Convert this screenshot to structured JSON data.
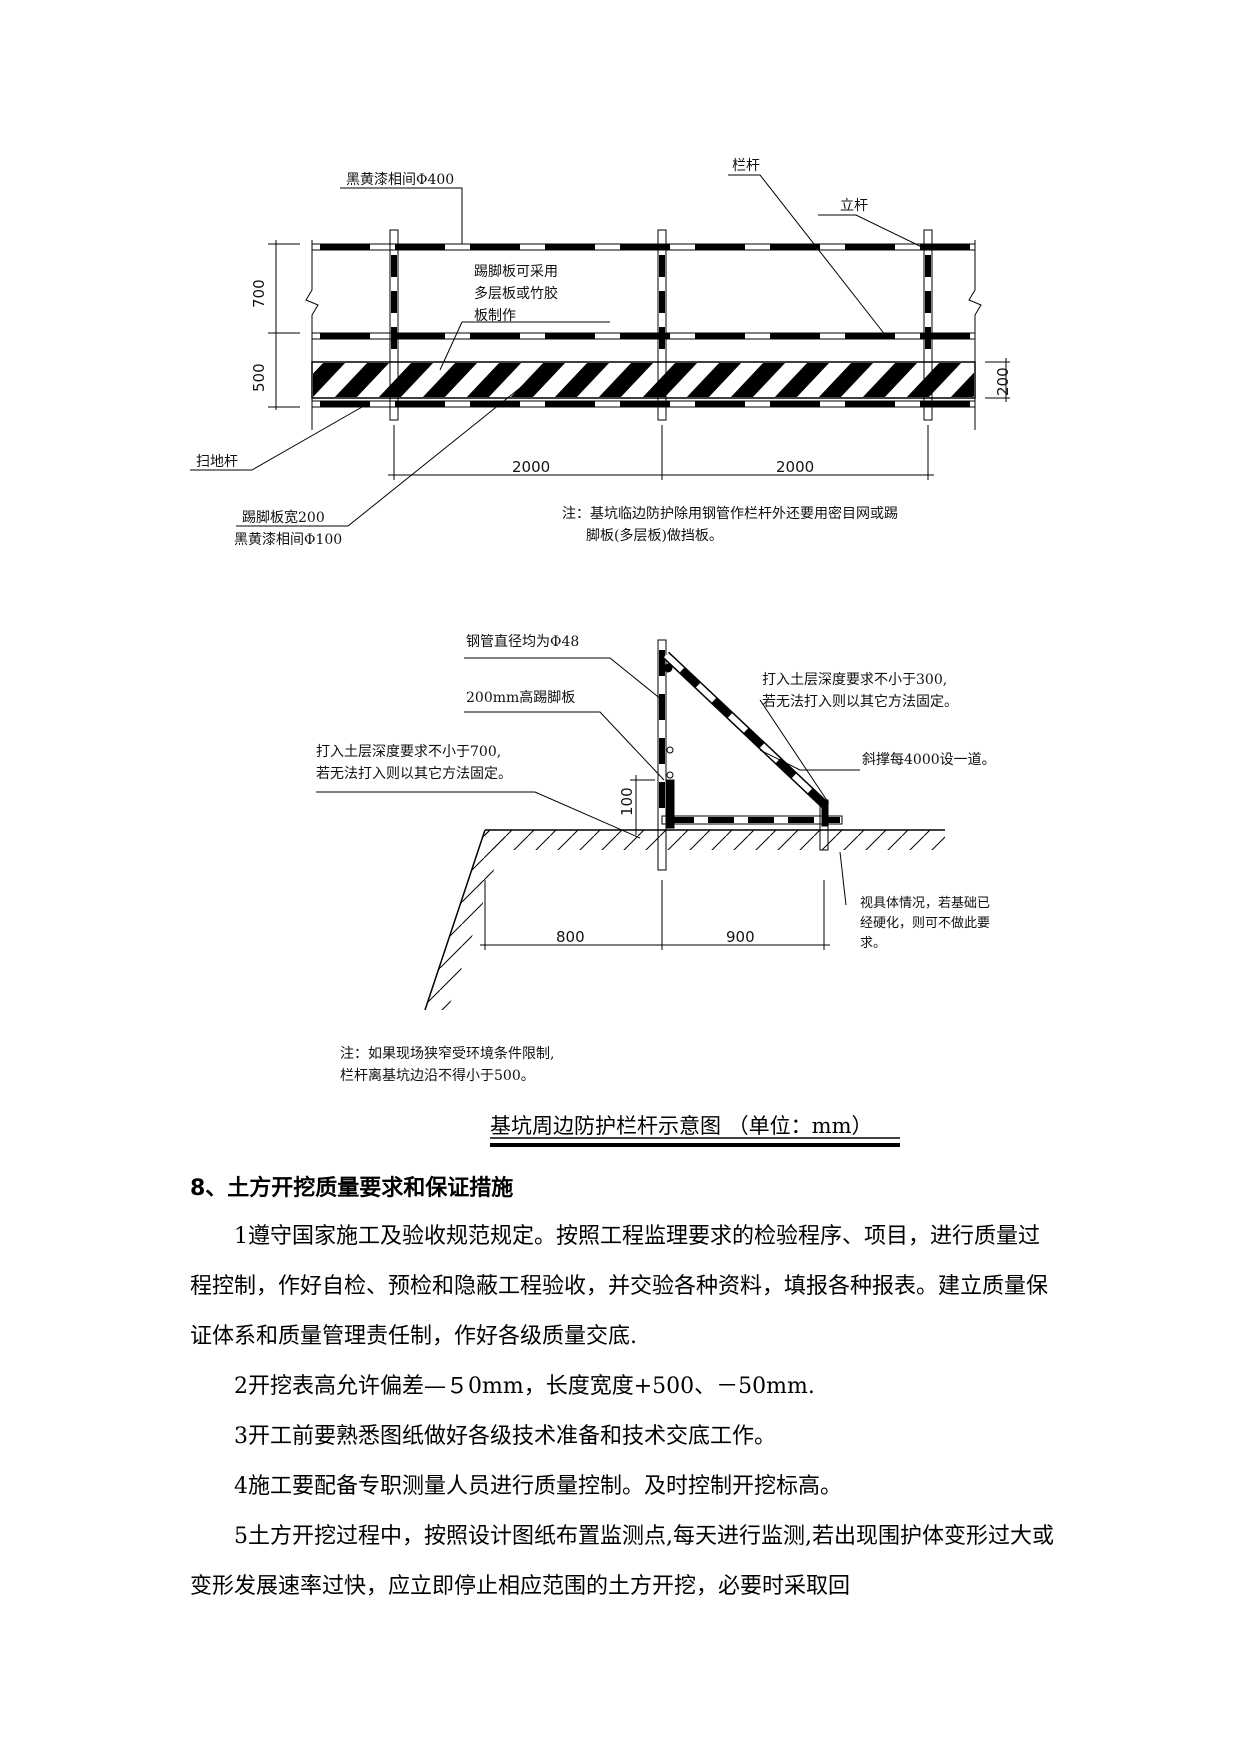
{
  "figure1": {
    "labels": {
      "paint_400": "黑黄漆相间Φ400",
      "rail": "栏杆",
      "post": "立杆",
      "toe_board_material": [
        "踢脚板可采用",
        "多层板或竹胶",
        "板制作"
      ],
      "sweep_rod": "扫地杆",
      "toe_board_width": "踢脚板宽200",
      "paint_100": "黑黄漆相间Φ100",
      "note": [
        "注：基坑临边防护除用钢管作栏杆外还要用密目网或踢",
        "脚板(多层板)做挡板。"
      ]
    },
    "dims": {
      "h_upper": "700",
      "h_lower": "500",
      "h_board": "200",
      "span1": "2000",
      "span2": "2000"
    }
  },
  "figure2": {
    "labels": {
      "pipe_dia": "钢管直径均为Φ48",
      "toe_200": "200mm高踢脚板",
      "depth_300": [
        "打入土层深度要求不小于300,",
        "若无法打入则以其它方法固定。"
      ],
      "brace": "斜撑每4000设一道。",
      "depth_700": [
        "打入土层深度要求不小于700,",
        "若无法打入则以其它方法固定。"
      ],
      "hardened": [
        "视具体情况，若基础已",
        "经硬化，则可不做此要",
        "求。"
      ],
      "note": [
        "注：如果现场狭窄受环境条件限制,",
        "栏杆离基坑边沿不得小于500。"
      ]
    },
    "dims": {
      "h_100": "100",
      "d_800": "800",
      "d_900": "900"
    }
  },
  "caption": "基坑周边防护栏杆示意图 （单位：mm）",
  "section": {
    "heading": "8、土方开挖质量要求和保证措施",
    "paragraphs": [
      "1遵守国家施工及验收规范规定。按照工程监理要求的检验程序、项目，进行质量过程控制，作好自检、预检和隐蔽工程验收，并交验各种资料，填报各种报表。建立质量保证体系和质量管理责任制，作好各级质量交底.",
      "2开挖表高允许偏差—５0mm，长度宽度+500、－50mm.",
      "3开工前要熟悉图纸做好各级技术准备和技术交底工作。",
      "4施工要配备专职测量人员进行质量控制。及时控制开挖标高。",
      "5土方开挖过程中，按照设计图纸布置监测点,每天进行监测,若出现围护体变形过大或变形发展速率过快，应立即停止相应范围的土方开挖，必要时采取回"
    ]
  }
}
